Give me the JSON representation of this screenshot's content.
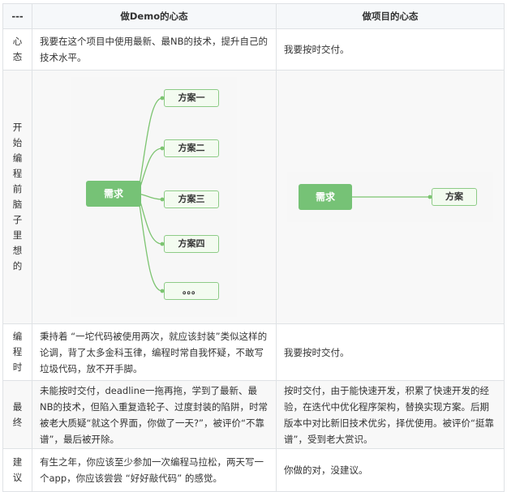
{
  "table": {
    "headers": [
      "---",
      "做Demo的心态",
      "做项目的心态"
    ],
    "rows": {
      "mindset": {
        "label": [
          "心",
          "态"
        ],
        "demo": "我要在这个项目中使用最新、最NB的技术，提升自己的技术水平。",
        "project": "我要按时交付。"
      },
      "before_coding": {
        "label": [
          "开",
          "始",
          "编",
          "程",
          "前",
          "脑",
          "子",
          "里",
          "想",
          "的"
        ],
        "demo_diagram": {
          "root": "需求",
          "leaves": [
            "方案一",
            "方案二",
            "方案三",
            "方案四",
            "。。。"
          ]
        },
        "project_diagram": {
          "root": "需求",
          "leaves": [
            "方案"
          ]
        }
      },
      "coding": {
        "label": [
          "编",
          "程",
          "时"
        ],
        "demo": "秉持着 “一坨代码被使用两次，就应该封装”类似这样的论调，背了太多金科玉律，编程时常自我怀疑，不敢写垃圾代码，放不开手脚。",
        "project": "我要按时交付。"
      },
      "final": {
        "label": [
          "最",
          "终"
        ],
        "demo": "未能按时交付，deadline一拖再拖，学到了最新、最NB的技术，但陷入重复造轮子、过度封装的陷阱，时常被老大质疑“就这个界面，你做了一天?”，被评价“不靠谱”，最后被开除。",
        "project": "按时交付，由于能快速开发，积累了快速开发的经验，在迭代中优化程序架构，替换实现方案。后期版本中对比新旧技术优劣，择优使用。被评价“挺靠谱”，受到老大赏识。"
      },
      "advice": {
        "label": [
          "建",
          "议"
        ],
        "demo": "有生之年，你应该至少参加一次编程马拉松，两天写一个app，你应该尝尝 “好好敲代码” 的感觉。",
        "project": "你做的对，没建议。"
      }
    }
  },
  "colors": {
    "header_bg": "#f6f8fa",
    "border": "#dfe2e5",
    "root_node": "#76c276",
    "leaf_border": "#8dcb86",
    "line": "#7cc470"
  }
}
